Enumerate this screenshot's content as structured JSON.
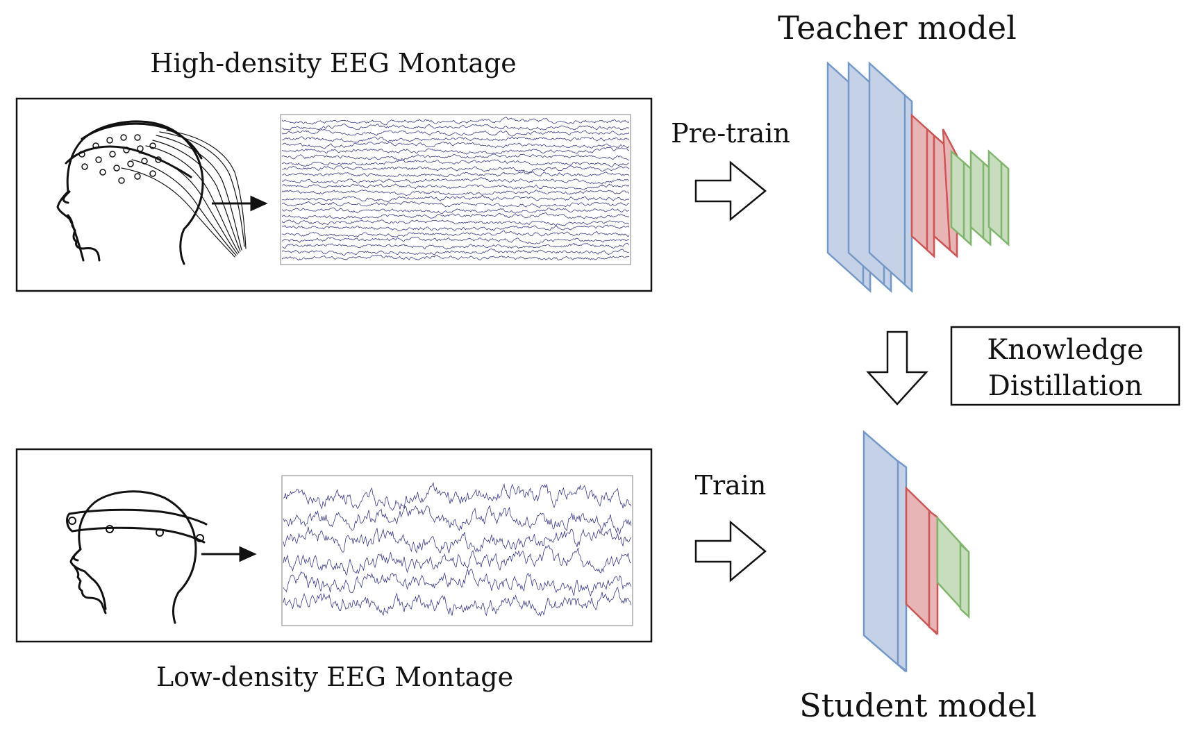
{
  "labels": {
    "teacher_model": "Teacher model",
    "student_model": "Student model",
    "high_density": "High-density EEG Montage",
    "low_density": "Low-density EEG Montage",
    "pretrain": "Pre-train",
    "train": "Train",
    "kd_line1": "Knowledge",
    "kd_line2": "Distillation"
  },
  "colors": {
    "conv_fill": "#c4d1e6",
    "conv_stroke": "#7499c9",
    "pool_fill": "#e7b5b5",
    "pool_stroke": "#cc5555",
    "fc_fill": "#c7ddbd",
    "fc_stroke": "#7fb56c",
    "signal": "#3a3a8c"
  },
  "signals": {
    "high_density_channels": 24,
    "low_density_channels": 6
  }
}
